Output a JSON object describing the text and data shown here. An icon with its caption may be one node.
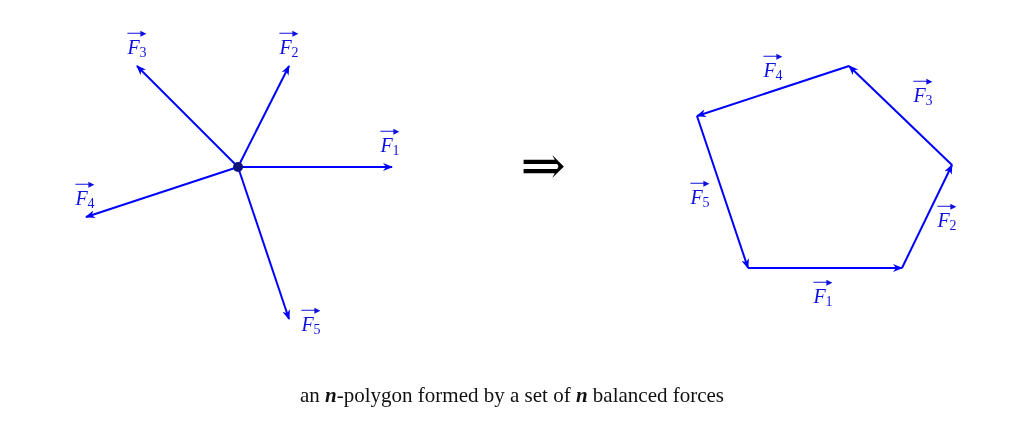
{
  "diagram": {
    "caption": "an **n**-polygon formed by a set of **n** balanced forces",
    "labels": [
      "*F*$_{3}$",
      "*F*$_{2}$",
      "*F*$_{4}$",
      "*F*$_{3}$",
      "*F*$_{1}$",
      "⇒",
      "*F*$_{4}$",
      "*F*$_{5}$",
      "*F*$_{2}$",
      "*F*$_{1}$",
      "*F*$_{5}$"
    ]
  }
}
